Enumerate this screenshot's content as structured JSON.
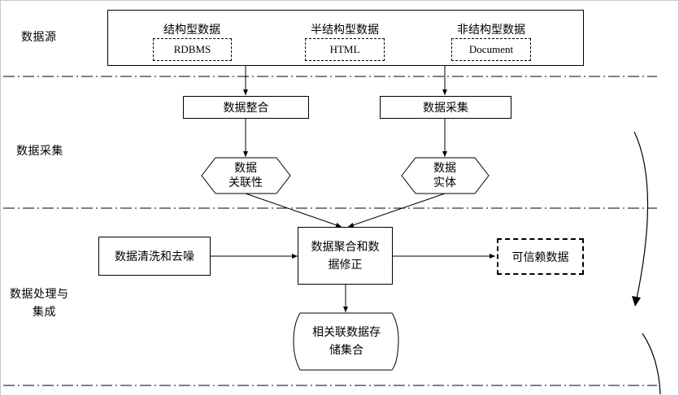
{
  "layers": {
    "source": "数据源",
    "collection": "数据采集",
    "processing_line1": "数据处理与",
    "processing_line2": "集成"
  },
  "sources": {
    "structured": {
      "title": "结构型数据",
      "item": "RDBMS"
    },
    "semi_structured": {
      "title": "半结构型数据",
      "item": "HTML"
    },
    "unstructured": {
      "title": "非结构型数据",
      "item": "Document"
    }
  },
  "collection": {
    "integration": "数据整合",
    "acquisition": "数据采集",
    "relation_line1": "数据",
    "relation_line2": "关联性",
    "entity_line1": "数据",
    "entity_line2": "实体"
  },
  "processing": {
    "cleaning": "数据清洗和去噪",
    "aggregation_line1": "数据聚合和数",
    "aggregation_line2": "据修正",
    "reliable": "可信赖数据",
    "storage_line1": "相关联数据存",
    "storage_line2": "储集合"
  }
}
